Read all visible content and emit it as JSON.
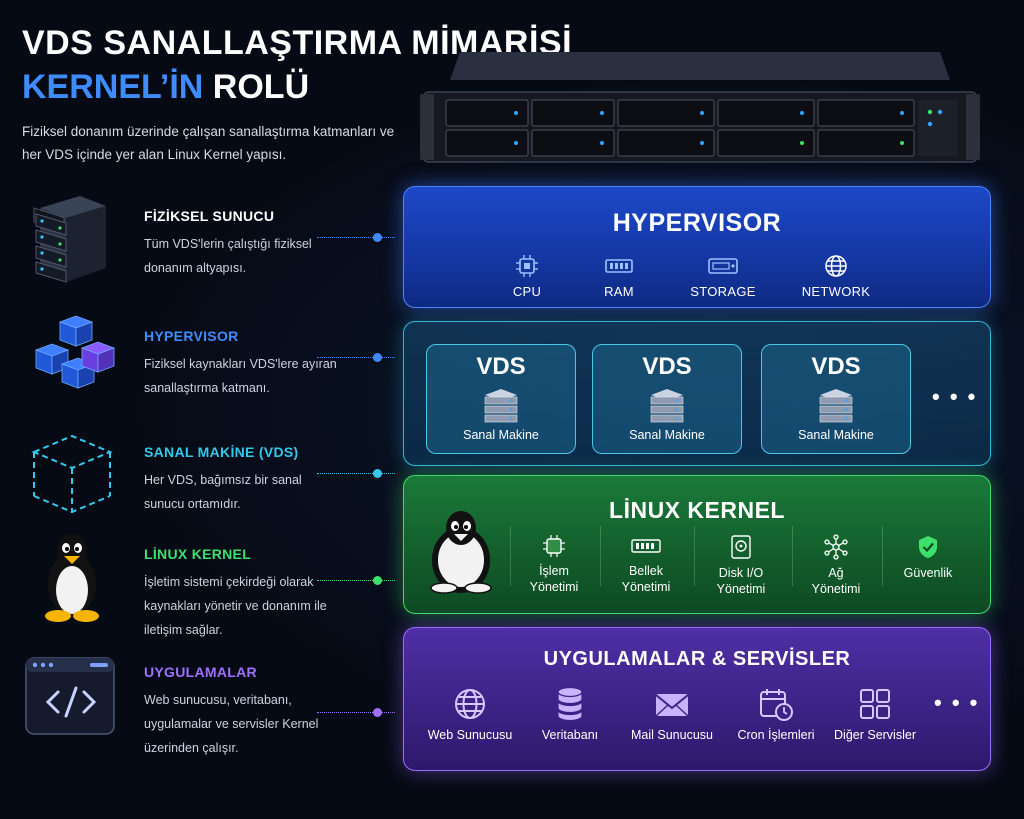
{
  "header": {
    "title_line1": "VDS SANALLAŞTIRMA MİMARİSİ",
    "title_line2_highlight": "KERNEL’İN",
    "title_line2_rest": " ROLÜ",
    "subtitle": "Fiziksel donanım üzerinde çalışan sanallaştırma katmanları ve her VDS içinde yer alan Linux Kernel yapısı."
  },
  "legend": [
    {
      "title": "FİZİKSEL SUNUCU",
      "desc": "Tüm VDS'lerin çalıştığı fiziksel donanım altyapısı.",
      "color": "#ffffff",
      "icon": "server-rack-icon"
    },
    {
      "title": "HYPERVISOR",
      "desc": "Fiziksel kaynakları VDS'lere ayıran sanallaştırma katmanı.",
      "color": "#3f8cff",
      "icon": "cubes-icon"
    },
    {
      "title": "SANAL MAKİNE (VDS)",
      "desc": "Her VDS, bağımsız bir sanal sunucu ortamıdır.",
      "color": "#34c8ec",
      "icon": "dashed-cube-icon"
    },
    {
      "title": "LİNUX KERNEL",
      "desc": "İşletim sistemi çekirdeği olarak kaynakları yönetir ve donanım ile iletişim sağlar.",
      "color": "#3ee06c",
      "icon": "penguin-icon"
    },
    {
      "title": "UYGULAMALAR",
      "desc": "Web sunucusu, veritabanı, uygulamalar ve servisler Kernel üzerinden çalışır.",
      "color": "#a070ff",
      "icon": "code-window-icon"
    }
  ],
  "hypervisor": {
    "title": "HYPERVISOR",
    "items": [
      {
        "label": "CPU",
        "icon": "cpu-icon"
      },
      {
        "label": "RAM",
        "icon": "ram-icon"
      },
      {
        "label": "STORAGE",
        "icon": "storage-icon"
      },
      {
        "label": "NETWORK",
        "icon": "globe-icon"
      }
    ]
  },
  "vds_layer": {
    "machines": [
      {
        "title": "VDS",
        "subtitle": "Sanal Makine"
      },
      {
        "title": "VDS",
        "subtitle": "Sanal Makine"
      },
      {
        "title": "VDS",
        "subtitle": "Sanal Makine"
      }
    ],
    "more": "• • •"
  },
  "kernel": {
    "title": "LİNUX KERNEL",
    "items": [
      {
        "line1": "İşlem",
        "line2": "Yönetimi",
        "icon": "chip-icon"
      },
      {
        "line1": "Bellek",
        "line2": "Yönetimi",
        "icon": "memory-icon"
      },
      {
        "line1": "Disk I/O",
        "line2": "Yönetimi",
        "icon": "disk-icon"
      },
      {
        "line1": "Ağ",
        "line2": "Yönetimi",
        "icon": "network-nodes-icon"
      },
      {
        "line1": "Güvenlik",
        "line2": "",
        "icon": "shield-check-icon"
      }
    ]
  },
  "apps": {
    "title": "UYGULAMALAR & SERVİSLER",
    "items": [
      {
        "label": "Web Sunucusu",
        "icon": "globe-icon"
      },
      {
        "label": "Veritabanı",
        "icon": "database-icon"
      },
      {
        "label": "Mail Sunucusu",
        "icon": "mail-icon"
      },
      {
        "label": "Cron İşlemleri",
        "icon": "calendar-clock-icon"
      },
      {
        "label": "Diğer Servisler",
        "icon": "grid-icon"
      }
    ],
    "more": "• • •"
  },
  "colors": {
    "hypervisor": "#1d48c8",
    "vds": "#2fb7d8",
    "kernel": "#1b7a3a",
    "apps": "#4f2fa5",
    "accent_blue": "#3f8cff"
  }
}
